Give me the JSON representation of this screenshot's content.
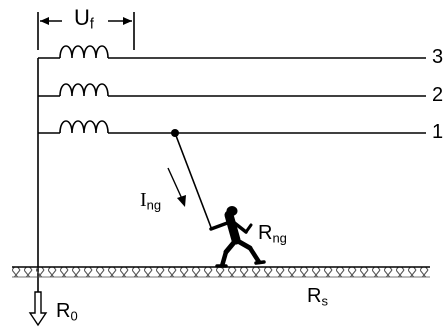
{
  "labels": {
    "uf_main": "U",
    "uf_sub": "f",
    "phase_3": "3",
    "phase_2": "2",
    "phase_1": "1",
    "ing_main": "I",
    "ing_sub": "ng",
    "rng_main": "R",
    "rng_sub": "ng",
    "rs_main": "R",
    "rs_sub": "s",
    "r0_main": "R",
    "r0_sub": "0"
  },
  "colors": {
    "line": "#000000",
    "ground_fill": "#7a7a7a",
    "background": "#ffffff"
  }
}
